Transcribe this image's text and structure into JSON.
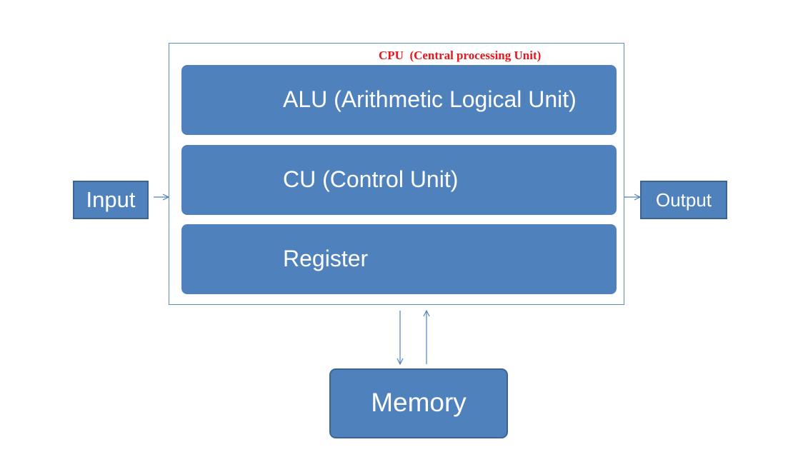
{
  "cpu": {
    "title": "CPU  (Central processing Unit)",
    "units": [
      {
        "label": "ALU (Arithmetic Logical Unit)"
      },
      {
        "label": "CU (Control Unit)"
      },
      {
        "label": "Register"
      }
    ]
  },
  "input": {
    "label": "Input"
  },
  "output": {
    "label": "Output"
  },
  "memory": {
    "label": "Memory"
  },
  "colors": {
    "box_fill": "#4f81bd",
    "box_border": "#3a6592",
    "frame_line": "#5b8ec9",
    "cpu_title": "#e8151b",
    "text": "#ffffff"
  }
}
